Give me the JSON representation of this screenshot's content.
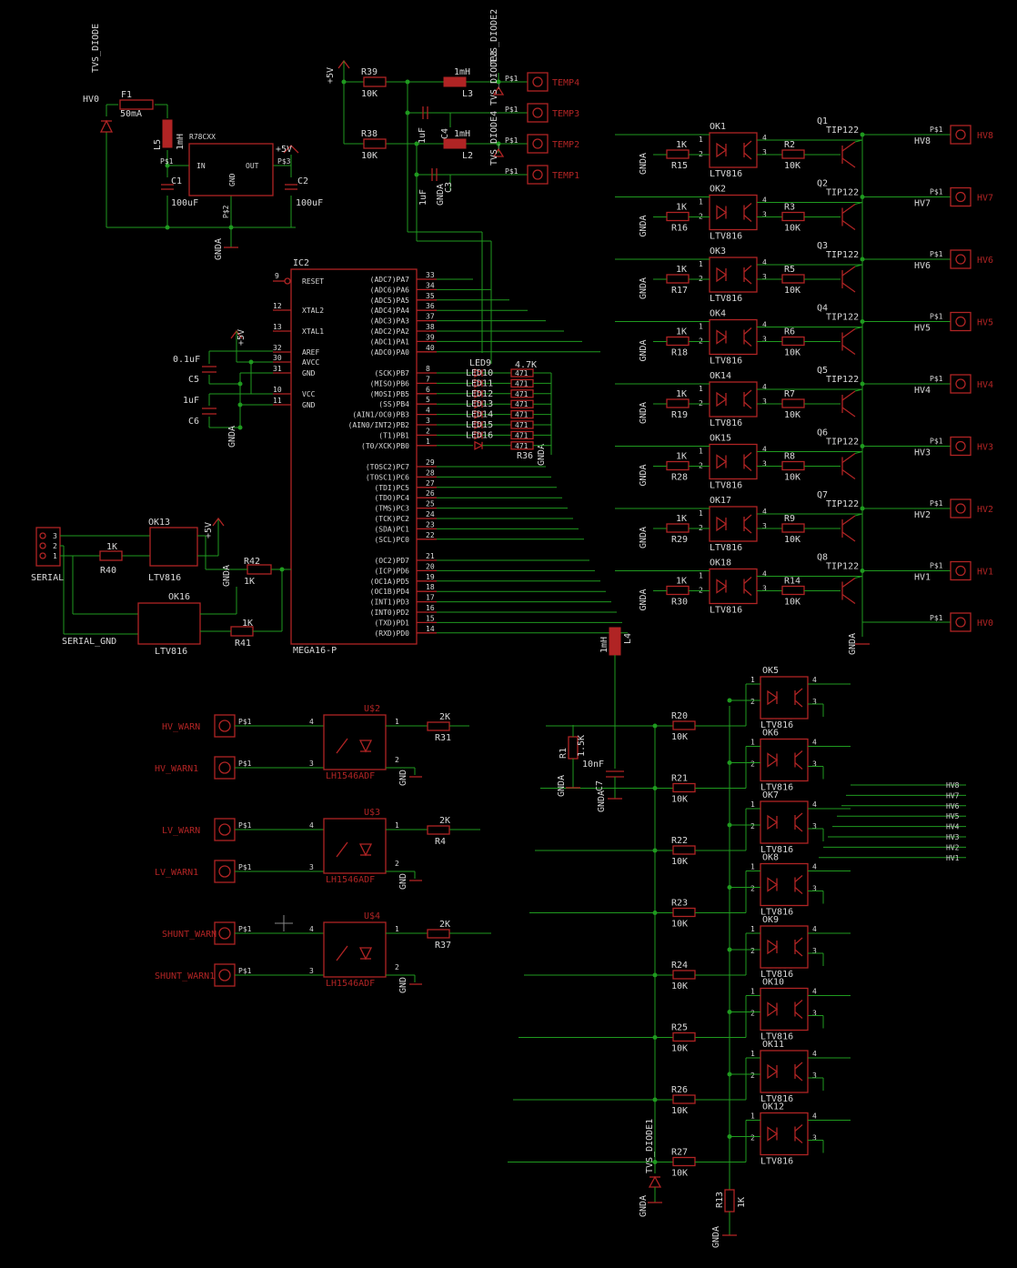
{
  "colors": {
    "background": "#000000",
    "wire": "#1f9a1f",
    "symbol": "#b02424",
    "text": "#d8d8d8"
  },
  "power": {
    "tvs": "TVS_DIODE",
    "hv0": "HV0",
    "f1": "F1",
    "f1_val": "50mA",
    "l5": "L5",
    "l5_val": "1mH",
    "reg_name": "R78CXX",
    "reg_in": "IN",
    "reg_out": "OUT",
    "reg_gnd": "GND",
    "pin1": "P$1",
    "pin2": "P$2",
    "pin3": "P$3",
    "p5v": "+5V",
    "c1": "C1",
    "c1_val": "100uF",
    "c2": "C2",
    "c2_val": "100uF",
    "gnda": "GNDA",
    "i_label": "uF"
  },
  "temp": {
    "p5v": "+5V",
    "r39": "R39",
    "r39_val": "10K",
    "r38": "R38",
    "r38_val": "10K",
    "l3": "L3",
    "l2": "L2",
    "l_val": "1mH",
    "tvs2": "TVS_DIODE2",
    "tvs3": "TVS_DIODE3",
    "tvs4": "TVS_DIODE4",
    "c4": "C4",
    "c4_val": "1uF",
    "c3": "C3",
    "c3_val": "1uF",
    "gnd": "GNDA",
    "pin": "P$1",
    "ports": [
      "TEMP4",
      "TEMP3",
      "TEMP2",
      "TEMP1"
    ]
  },
  "mcu": {
    "name": "IC2",
    "part": "MEGA16-P",
    "reset": "RESET",
    "reset_pin": "9",
    "left_pins": [
      {
        "n": "12",
        "l": "XTAL2"
      },
      {
        "n": "13",
        "l": "XTAL1"
      },
      {
        "n": "32",
        "l": "AREF"
      },
      {
        "n": "30",
        "l": "AVCC"
      },
      {
        "n": "31",
        "l": "GND"
      },
      {
        "n": "10",
        "l": "VCC"
      },
      {
        "n": "11",
        "l": "GND"
      }
    ],
    "right_pins": [
      {
        "n": "33",
        "l": "(ADC7)PA7"
      },
      {
        "n": "34",
        "l": "(ADC6)PA6"
      },
      {
        "n": "35",
        "l": "(ADC5)PA5"
      },
      {
        "n": "36",
        "l": "(ADC4)PA4"
      },
      {
        "n": "37",
        "l": "(ADC3)PA3"
      },
      {
        "n": "38",
        "l": "(ADC2)PA2"
      },
      {
        "n": "39",
        "l": "(ADC1)PA1"
      },
      {
        "n": "40",
        "l": "(ADC0)PA0"
      },
      {
        "n": "8",
        "l": "(SCK)PB7"
      },
      {
        "n": "7",
        "l": "(MISO)PB6"
      },
      {
        "n": "6",
        "l": "(MOSI)PB5"
      },
      {
        "n": "5",
        "l": "(SS)PB4"
      },
      {
        "n": "4",
        "l": "(AIN1/OC0)PB3"
      },
      {
        "n": "3",
        "l": "(AIN0/INT2)PB2"
      },
      {
        "n": "2",
        "l": "(T1)PB1"
      },
      {
        "n": "1",
        "l": "(T0/XCK)PB0"
      },
      {
        "n": "29",
        "l": "(TOSC2)PC7"
      },
      {
        "n": "28",
        "l": "(TOSC1)PC6"
      },
      {
        "n": "27",
        "l": "(TDI)PC5"
      },
      {
        "n": "26",
        "l": "(TDO)PC4"
      },
      {
        "n": "25",
        "l": "(TMS)PC3"
      },
      {
        "n": "24",
        "l": "(TCK)PC2"
      },
      {
        "n": "23",
        "l": "(SDA)PC1"
      },
      {
        "n": "22",
        "l": "(SCL)PC0"
      },
      {
        "n": "21",
        "l": "(OC2)PD7"
      },
      {
        "n": "20",
        "l": "(ICP)PD6"
      },
      {
        "n": "19",
        "l": "(OC1A)PD5"
      },
      {
        "n": "18",
        "l": "(OC1B)PD4"
      },
      {
        "n": "17",
        "l": "(INT1)PD3"
      },
      {
        "n": "16",
        "l": "(INT0)PD2"
      },
      {
        "n": "15",
        "l": "(TXD)PD1"
      },
      {
        "n": "14",
        "l": "(RXD)PD0"
      }
    ],
    "p5v": "+5V",
    "c5": "C5",
    "c5_val": "0.1uF",
    "c6": "C6",
    "c6_val": "1uF",
    "gnda": "GNDA"
  },
  "leds": {
    "led_labels": [
      "LED9",
      "LED10",
      "LED11",
      "LED12",
      "LED13",
      "LED14",
      "LED15",
      "LED16"
    ],
    "res_val": "4.7K",
    "res_val2": "471",
    "r_name": "R36",
    "gnd": "GNDA"
  },
  "serial": {
    "name": "SERIAL",
    "pins": [
      "3",
      "2",
      "1"
    ],
    "gnd_label": "SERIAL_GND",
    "ok13": "OK13",
    "ok16": "OK16",
    "part": "LTV816",
    "r40": "R40",
    "r40_val": "1K",
    "r42": "R42",
    "r42_val": "1K",
    "r41": "R41",
    "r41_val": "1K",
    "p5v": "+5V",
    "gnda": "GNDA"
  },
  "hv": {
    "rows": [
      {
        "ok": "OK1",
        "rin": "R15",
        "q": "Q1",
        "rb": "R2",
        "hv": "HV8"
      },
      {
        "ok": "OK2",
        "rin": "R16",
        "q": "Q2",
        "rb": "R3",
        "hv": "HV7"
      },
      {
        "ok": "OK3",
        "rin": "R17",
        "q": "Q3",
        "rb": "R5",
        "hv": "HV6"
      },
      {
        "ok": "OK4",
        "rin": "R18",
        "q": "Q4",
        "rb": "R6",
        "hv": "HV5"
      },
      {
        "ok": "OK14",
        "rin": "R19",
        "q": "Q5",
        "rb": "R7",
        "hv": "HV4"
      },
      {
        "ok": "OK15",
        "rin": "R28",
        "q": "Q6",
        "rb": "R8",
        "hv": "HV3"
      },
      {
        "ok": "OK17",
        "rin": "R29",
        "q": "Q7",
        "rb": "R9",
        "hv": "HV2"
      },
      {
        "ok": "OK18",
        "rin": "R30",
        "q": "Q8",
        "rb": "R14",
        "hv": "HV1"
      }
    ],
    "part": "LTV816",
    "transistor": "TIP122",
    "rin_val": "1K",
    "rb_val": "10K",
    "pin": "P$1",
    "gnd": "GNDA",
    "hv0": "HV0"
  },
  "warn": {
    "rows": [
      {
        "u": "U$2",
        "a": "HV_WARN",
        "b": "HV_WARN1",
        "r": "R31"
      },
      {
        "u": "U$3",
        "a": "LV_WARN",
        "b": "LV_WARN1",
        "r": "R4"
      },
      {
        "u": "U$4",
        "a": "SHUNT_WARN",
        "b": "SHUNT_WARN1",
        "r": "R37"
      }
    ],
    "part": "LH1546ADF",
    "r_val": "2K",
    "pin": "P$1",
    "gnd": "GND"
  },
  "sense": {
    "rows": [
      {
        "ok": "OK5",
        "r": "R20"
      },
      {
        "ok": "OK6",
        "r": "R21"
      },
      {
        "ok": "OK7",
        "r": "R22"
      },
      {
        "ok": "OK8",
        "r": "R23"
      },
      {
        "ok": "OK9",
        "r": "R24"
      },
      {
        "ok": "OK10",
        "r": "R25"
      },
      {
        "ok": "OK11",
        "r": "R26"
      },
      {
        "ok": "OK12",
        "r": "R27"
      }
    ],
    "part": "LTV816",
    "r_val": "10K",
    "bus": [
      "HV8",
      "HV7",
      "HV6",
      "HV5",
      "HV4",
      "HV3",
      "HV2",
      "HV1"
    ],
    "l4": "L4",
    "l4_val": "1mH",
    "r1": "R1",
    "r1_val": "1.5K",
    "c7": "C7",
    "c7_val": "10nF",
    "tvs1": "TVS_DIODE1",
    "r13": "R13",
    "r13_val": "1K",
    "gnda": "GNDA"
  }
}
